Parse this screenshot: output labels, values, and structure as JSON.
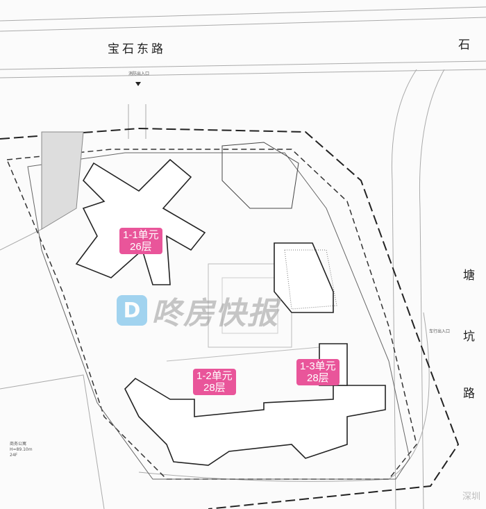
{
  "roads": {
    "north": "宝石东路",
    "north_partial": "石",
    "east": [
      "塘",
      "坑",
      "路"
    ]
  },
  "units": [
    {
      "name": "1-1单元",
      "floors": "26层"
    },
    {
      "name": "1-2单元",
      "floors": "28层"
    },
    {
      "name": "1-3单元",
      "floors": "28层"
    }
  ],
  "annotations": {
    "entrance": "消防出入口",
    "east_entrance": "车行出入口",
    "apartment": "商务公寓",
    "apartment_height": "H=89.10m",
    "apartment_floors": "24F"
  },
  "watermark": {
    "logo": "D",
    "text": "咚房快报",
    "corner": "深圳"
  },
  "colors": {
    "tag": "#e9559a",
    "logo": "#58b4e6"
  }
}
